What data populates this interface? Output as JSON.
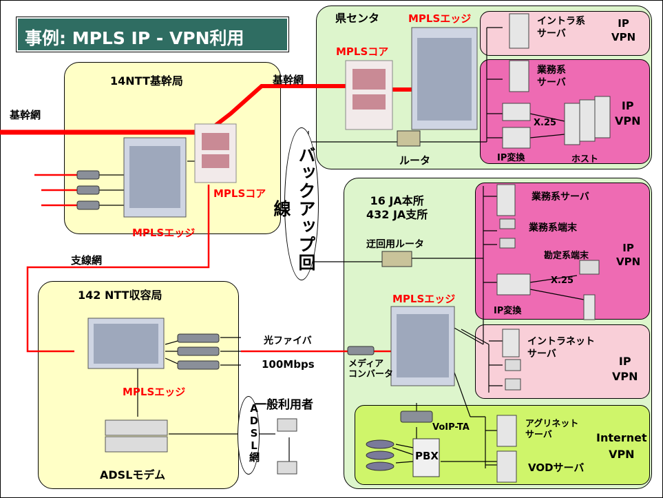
{
  "title": "事例:  MPLS  IP - VPN利用",
  "backup_label": "バックアップ回線",
  "adsl_line_label": "ADSL網",
  "labels": {
    "ntt14": "14NTT基幹局",
    "kikan_left": "基幹網",
    "kikan_top": "基幹網",
    "mpls_core_left": "MPLSコア",
    "mpls_edge_14": "MPLSエッジ",
    "shisen": "支線網",
    "ntt142": "142 NTT収容局",
    "mpls_edge_142": "MPLSエッジ",
    "adsl_modem": "ADSLモデム",
    "general_users": "一般利用者",
    "optical_fiber": "光ファイバ",
    "speed": "100Mbps",
    "media_converter": "メディア\nコンバータ",
    "ken_center": "県センタ",
    "mpls_edge_center": "MPLSエッジ",
    "mpls_core_center": "MPLSコア",
    "router": "ルータ",
    "intra_server": "イントラ系\nサーバ",
    "ipvpn_1": "IP\nVPN",
    "gyomu_server_c": "業務系\nサーバ",
    "x25_c": "X.25",
    "ip_conv_c": "IP変換",
    "host": "ホスト",
    "ipvpn_2": "IP\nVPN",
    "ja_title": "16 JA本所\n432 JA支所",
    "detour_router": "迂回用ルータ",
    "mpls_edge_ja": "MPLSエッジ",
    "gyomu_server_ja": "業務系サーバ",
    "gyomu_terminal": "業務系端末",
    "kanjo_terminal": "勘定系端末",
    "x25_ja": "X.25",
    "ip_conv_ja": "IP変換",
    "ipvpn_3": "IP\nVPN",
    "intranet_server": "イントラネット\nサーバ",
    "ipvpn_4": "IP\nVPN",
    "voip_ta": "VoIP-TA",
    "pbx": "PBX",
    "agrinet_server": "アグリネット\nサーバ",
    "vod_server": "VODサーバ",
    "internet_vpn": "Internet\nVPN"
  },
  "colors": {
    "title_bg": "#2f6d62",
    "yellow_area": "#ffffc6",
    "green_area": "#ddf5cc",
    "light_pink": "#f9cfd8",
    "dark_pink": "#ee6bb3",
    "lime": "#cff56a",
    "red_line": "#ff0000"
  }
}
